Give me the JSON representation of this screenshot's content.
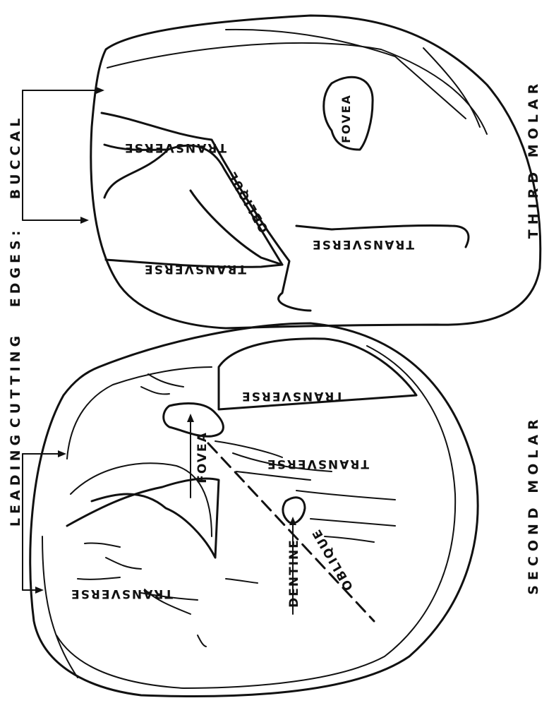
{
  "caption": {
    "leading": "LEADING",
    "cutting": "CUTTING",
    "edges": "EDGES:",
    "buccal": "BUCCAL"
  },
  "third_molar": {
    "name": "THIRD MOLAR",
    "fovea": "FOVEA",
    "transverse": "TRANSVERSE",
    "oblique": "OBLIQUE"
  },
  "second_molar": {
    "name": "SECOND MOLAR",
    "fovea": "FOVEA",
    "transverse": "TRANSVERSE",
    "oblique": "OBLIQUE",
    "dentine": "DENTINE"
  }
}
